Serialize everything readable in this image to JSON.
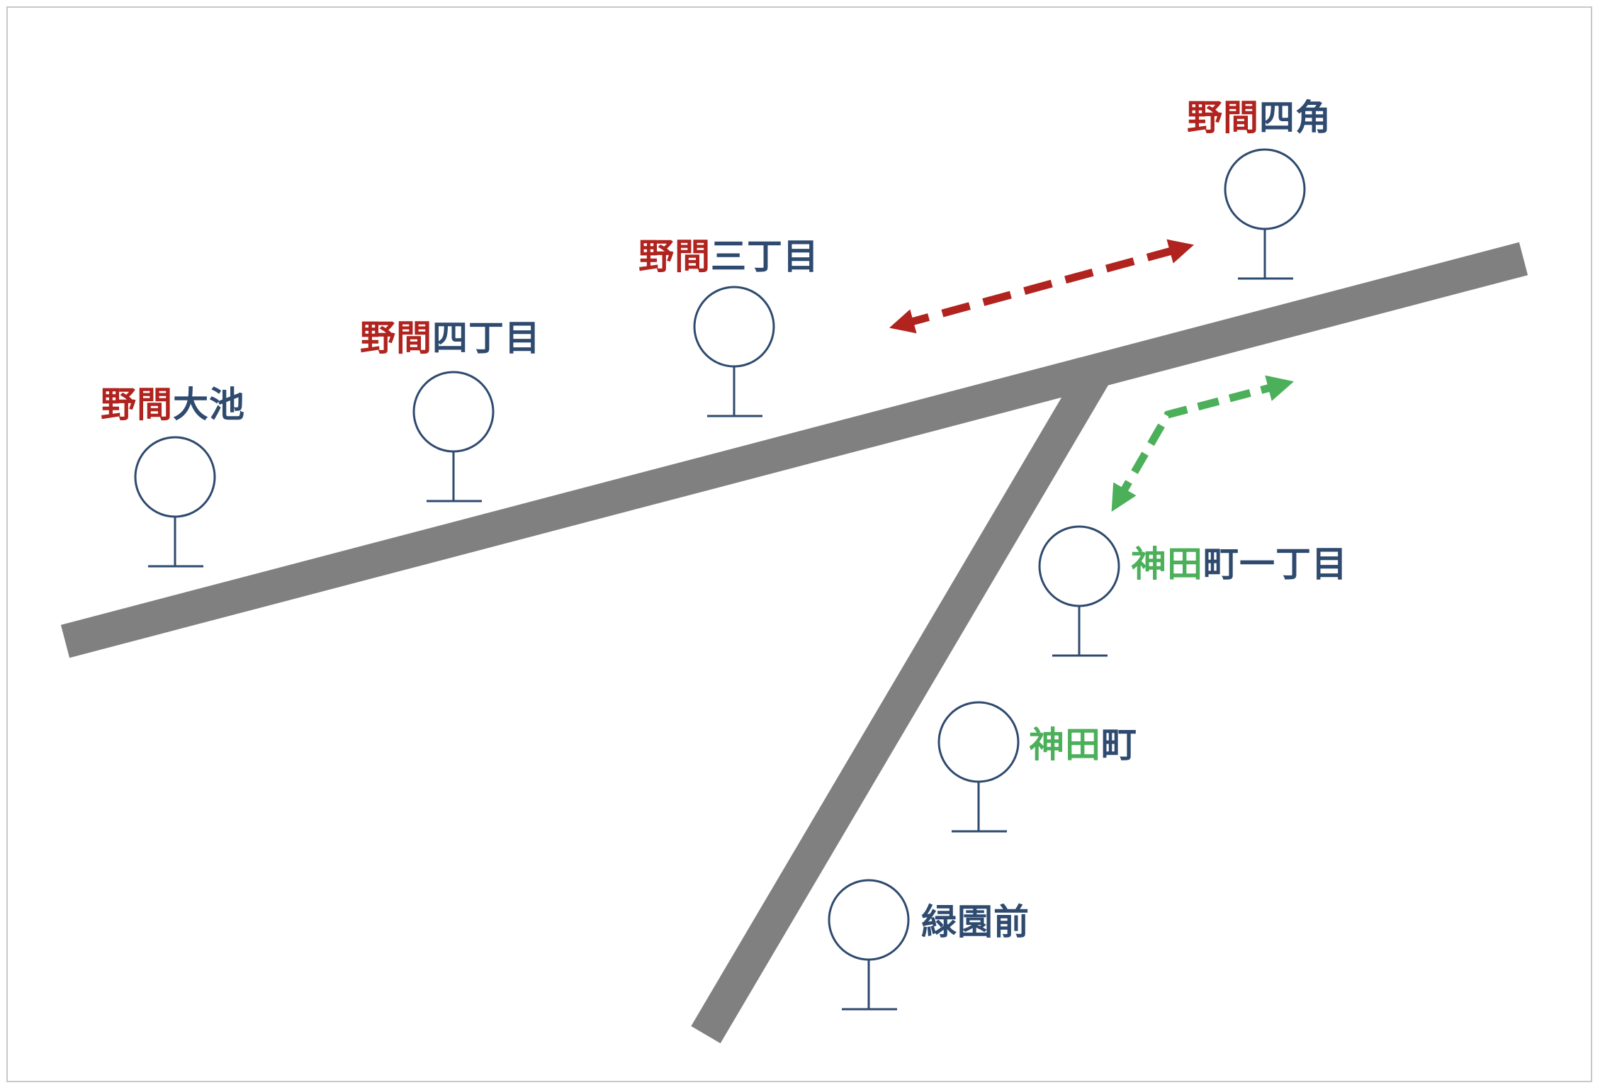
{
  "colors": {
    "road": "#808080",
    "stop": "#2e4a6e",
    "red_accent": "#b0231e",
    "green_accent": "#4caf5a",
    "text": "#2e4a6e",
    "border": "#c8c8c8"
  },
  "stops": [
    {
      "id": "noma-oike",
      "accent": "野間",
      "accent_color": "red",
      "rest": "大池"
    },
    {
      "id": "noma-4chome",
      "accent": "野間",
      "accent_color": "red",
      "rest": "四丁目"
    },
    {
      "id": "noma-3chome",
      "accent": "野間",
      "accent_color": "red",
      "rest": "三丁目"
    },
    {
      "id": "noma-yotsukado",
      "accent": "野間",
      "accent_color": "red",
      "rest": "四角"
    },
    {
      "id": "kandacho-1chome",
      "accent": "神田",
      "accent_color": "green",
      "rest": "町一丁目"
    },
    {
      "id": "kandacho",
      "accent": "神田",
      "accent_color": "green",
      "rest": "町"
    },
    {
      "id": "ryokuen-mae",
      "accent": "",
      "accent_color": "",
      "rest": "緑園前"
    }
  ],
  "icons": {
    "stop": "bus-stop-sign-icon",
    "red_arrow": "double-headed-dashed-arrow-icon",
    "green_arrow": "double-headed-dashed-arrow-icon"
  }
}
